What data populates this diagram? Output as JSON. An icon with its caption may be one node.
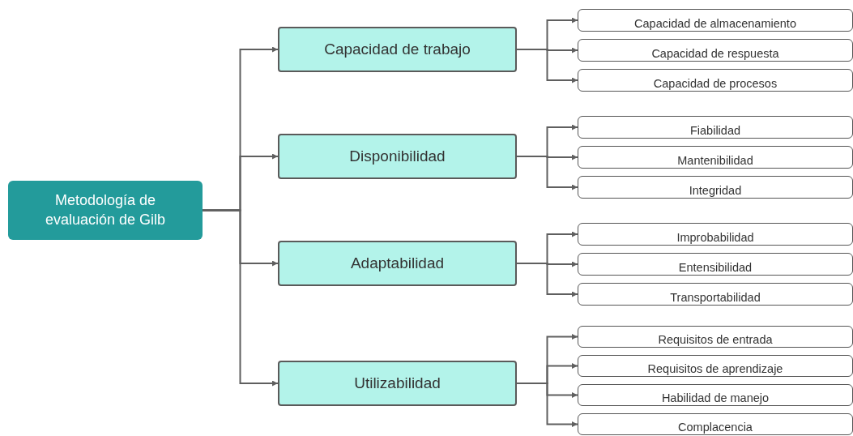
{
  "diagram": {
    "nodes": [
      {
        "text": [
          "Metodología de evaluación de Gilb"
        ]
      },
      {
        "text": [
          "Capacidad de trabajo"
        ]
      },
      {
        "text": [
          "Capacidad de almacenamiento"
        ]
      },
      {
        "text": [
          "Capacidad de respuesta"
        ]
      },
      {
        "text": [
          "Capacidad de procesos"
        ]
      },
      {
        "text": [
          "Disponibilidad"
        ]
      },
      {
        "text": [
          "Fiabilidad"
        ]
      },
      {
        "text": [
          "Mantenibilidad"
        ]
      },
      {
        "text": [
          "Integridad"
        ]
      },
      {
        "text": [
          "Adaptabilidad"
        ]
      },
      {
        "text": [
          "Improbabilidad"
        ]
      },
      {
        "text": [
          "Entensibilidad"
        ]
      },
      {
        "text": [
          "Transportabilidad"
        ]
      },
      {
        "text": [
          "Utilizabilidad"
        ]
      },
      {
        "text": [
          "Requisitos de entrada"
        ]
      },
      {
        "text": [
          "Requisitos de aprendizaje"
        ]
      },
      {
        "text": [
          "Habilidad de manejo"
        ]
      },
      {
        "text": [
          "Complacencia"
        ]
      }
    ],
    "edges": [
      {
        "from": 0,
        "to": 1,
        "arrow": "to"
      },
      {
        "from": 0,
        "to": 5,
        "arrow": "to"
      },
      {
        "from": 0,
        "to": 9,
        "arrow": "to"
      },
      {
        "from": 0,
        "to": 13,
        "arrow": "to"
      },
      {
        "from": 1,
        "to": 2,
        "arrow": "to"
      },
      {
        "from": 1,
        "to": 3,
        "arrow": "to"
      },
      {
        "from": 1,
        "to": 4,
        "arrow": "to"
      },
      {
        "from": 5,
        "to": 6,
        "arrow": "to"
      },
      {
        "from": 5,
        "to": 7,
        "arrow": "to"
      },
      {
        "from": 5,
        "to": 8,
        "arrow": "to"
      },
      {
        "from": 9,
        "to": 10,
        "arrow": "to"
      },
      {
        "from": 9,
        "to": 11,
        "arrow": "to"
      },
      {
        "from": 9,
        "to": 12,
        "arrow": "to"
      },
      {
        "from": 13,
        "to": 14,
        "arrow": "to"
      },
      {
        "from": 13,
        "to": 15,
        "arrow": "to"
      },
      {
        "from": 13,
        "to": 16,
        "arrow": "to"
      },
      {
        "from": 13,
        "to": 17,
        "arrow": "to"
      }
    ]
  }
}
